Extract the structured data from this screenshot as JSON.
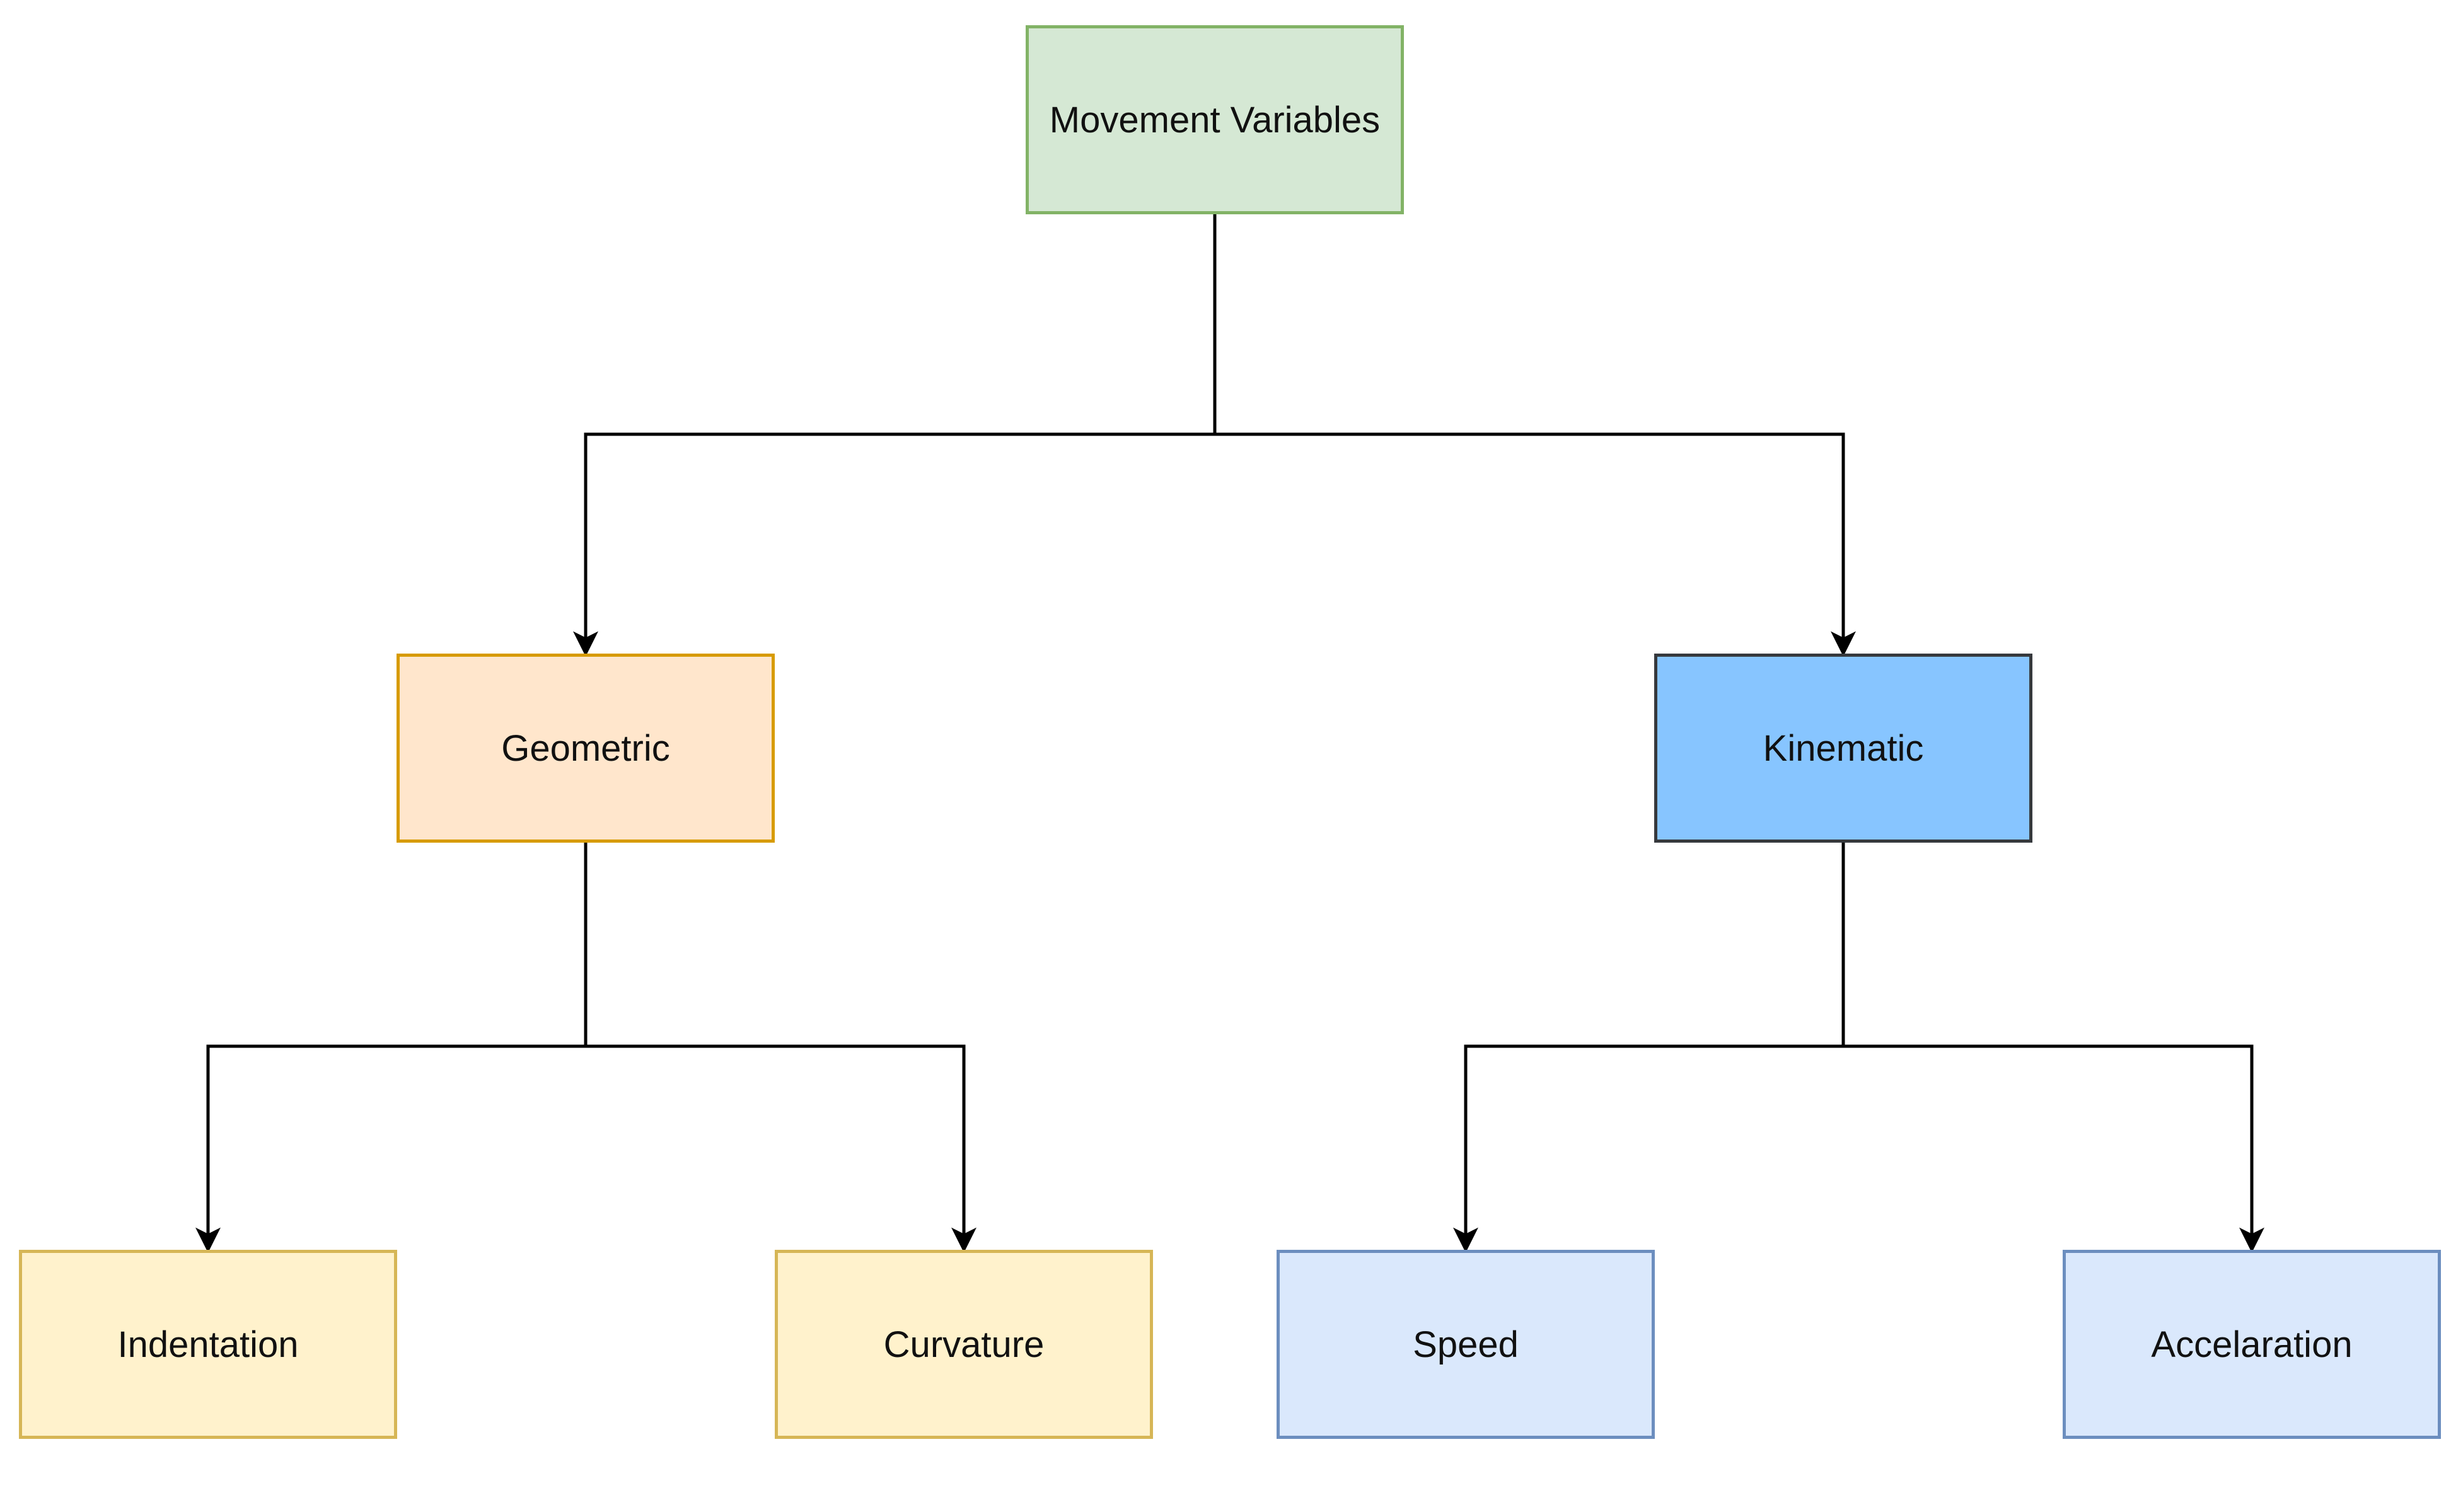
{
  "diagram": {
    "nodes": [
      {
        "id": "root",
        "label": "Movement Variables",
        "fill": "#d5e8d4",
        "stroke": "#82b366"
      },
      {
        "id": "geo",
        "label": "Geometric",
        "fill": "#ffe6cc",
        "stroke": "#d79b00"
      },
      {
        "id": "kin",
        "label": "Kinematic",
        "fill": "#87c5ff",
        "stroke": "#36393d"
      },
      {
        "id": "indent",
        "label": "Indentation",
        "fill": "#fff2cc",
        "stroke": "#d6b656"
      },
      {
        "id": "curv",
        "label": "Curvature",
        "fill": "#fff2cc",
        "stroke": "#d6b656"
      },
      {
        "id": "speed",
        "label": "Speed",
        "fill": "#dae8fc",
        "stroke": "#6c8ebf"
      },
      {
        "id": "accel",
        "label": "Accelaration",
        "fill": "#dae8fc",
        "stroke": "#6c8ebf"
      }
    ],
    "edges": [
      {
        "from": "root",
        "to": "geo"
      },
      {
        "from": "root",
        "to": "kin"
      },
      {
        "from": "geo",
        "to": "indent"
      },
      {
        "from": "geo",
        "to": "curv"
      },
      {
        "from": "kin",
        "to": "speed"
      },
      {
        "from": "kin",
        "to": "accel"
      }
    ],
    "edge_color": "#000000"
  }
}
